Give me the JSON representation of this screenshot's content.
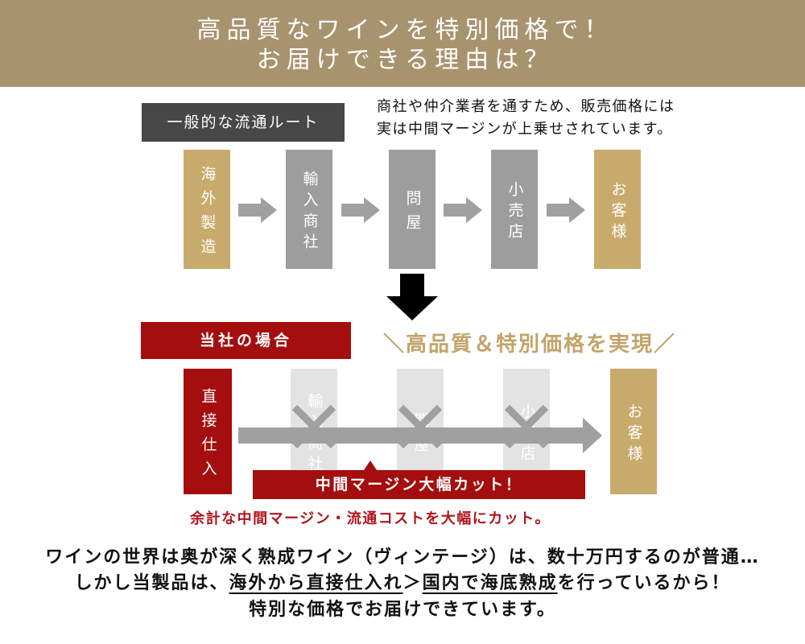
{
  "header": {
    "title_lines": [
      "高品質なワインを特別価格で！",
      "お届けできる理由は？"
    ]
  },
  "general_route": {
    "label": "一般的な流通ルート",
    "note_lines": [
      "商社や仲介業者を通すため、販売価格には",
      "実は中間マージンが上乗せされています。"
    ],
    "steps": [
      {
        "label": "海外製造"
      },
      {
        "label": "輸入商社"
      },
      {
        "label": "問屋"
      },
      {
        "label": "小売店"
      },
      {
        "label": "お客様"
      }
    ]
  },
  "our_route": {
    "label": "当社の場合",
    "tagline": "＼高品質＆特別価格を実現／",
    "steps": [
      {
        "label": "直接仕入",
        "crossed_out": false
      },
      {
        "label": "輸入商社",
        "crossed_out": true
      },
      {
        "label": "問屋",
        "crossed_out": true
      },
      {
        "label": "小売店",
        "crossed_out": true
      },
      {
        "label": "お客様",
        "crossed_out": false
      }
    ],
    "banner": "中間マージン大幅カット！",
    "note": "余計な中間マージン・流通コストを大幅にカット。"
  },
  "summary": {
    "line1": "ワインの世界は奥が深く熟成ワイン（ヴィンテージ）は、数十万円するのが普通…",
    "line2": {
      "prefix": "しかし当製品は、",
      "emphasis1": "海外から直接仕入れ",
      "separator": "＞",
      "emphasis2": "国内で海底熟成",
      "suffix": "を行っているから！"
    },
    "line3": "特別な価格でお届けできています。"
  },
  "colors": {
    "header_bg": "#a8936f",
    "gold": "#c8ab6c",
    "gray_step": "#9d9d9d",
    "faded_step": "#e3e3e3",
    "dark_label": "#474747",
    "red": "#a50e0e",
    "arrow_gray": "#a0a0a0",
    "tagline_gold": "#c3a36a",
    "note_red": "#b0141c"
  }
}
